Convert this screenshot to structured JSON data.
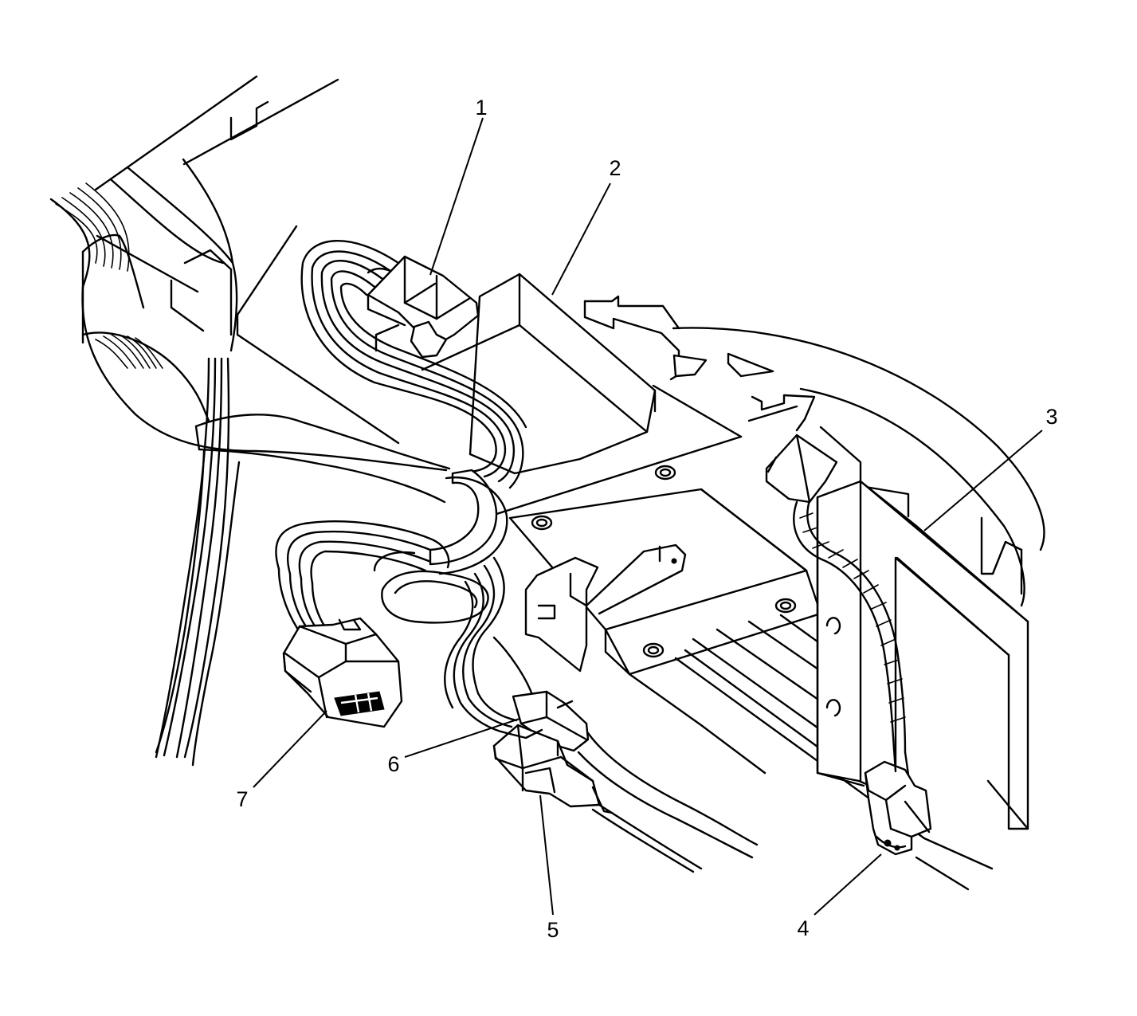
{
  "diagram": {
    "callouts": [
      {
        "id": "1",
        "label": "1",
        "part": "harness-connector"
      },
      {
        "id": "2",
        "label": "2",
        "part": "module"
      },
      {
        "id": "3",
        "label": "3",
        "part": "bracket"
      },
      {
        "id": "4",
        "label": "4",
        "part": "connector"
      },
      {
        "id": "5",
        "label": "5",
        "part": "connector"
      },
      {
        "id": "6",
        "label": "6",
        "part": "connector"
      },
      {
        "id": "7",
        "label": "7",
        "part": "diagnostic-connector"
      }
    ]
  }
}
